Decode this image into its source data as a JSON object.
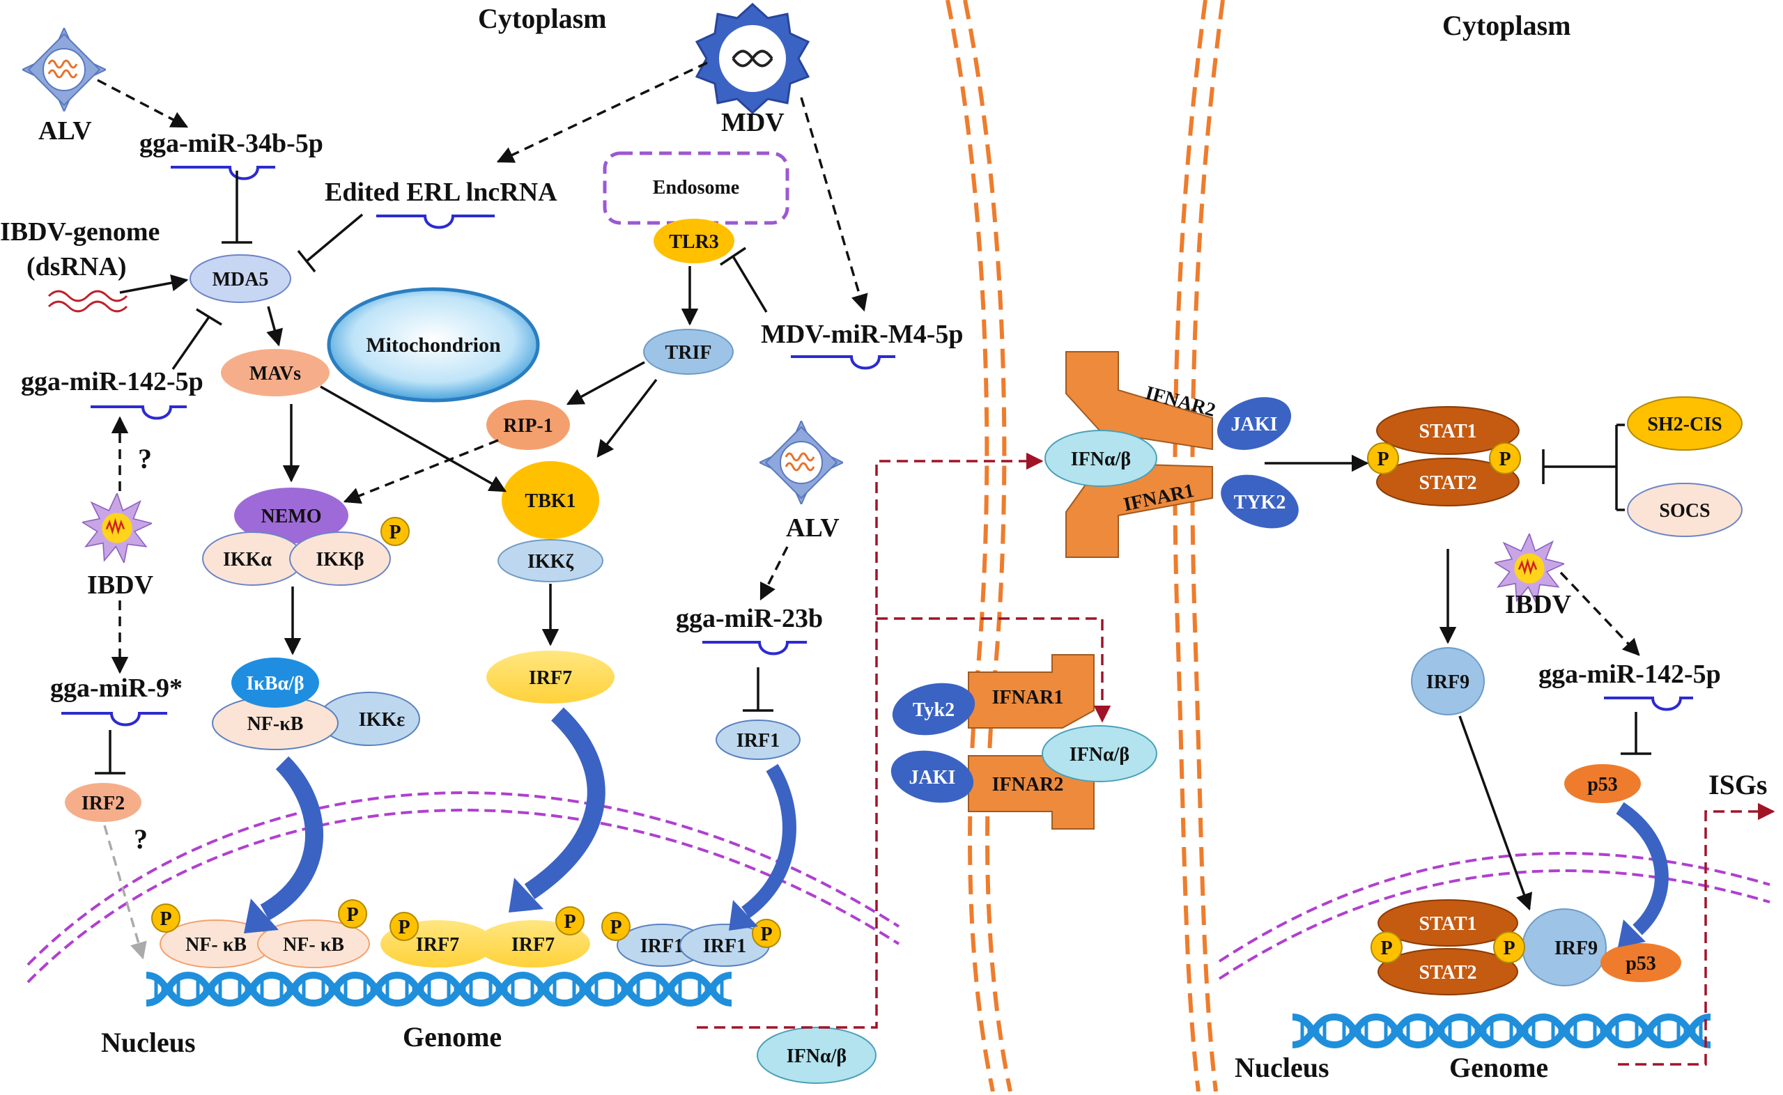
{
  "title": {
    "cytoplasm_left": "Cytoplasm",
    "cytoplasm_right": "Cytoplasm",
    "nucleus_left": "Nucleus",
    "nucleus_right": "Nucleus",
    "genome_left": "Genome",
    "genome_right": "Genome"
  },
  "viruses": {
    "alv_top": "ALV",
    "mdv": "MDV",
    "ibdv_left": "IBDV",
    "alv_mid": "ALV",
    "ibdv_right": "IBDV"
  },
  "mirnas": {
    "mir34b": "gga-miR-34b-5p",
    "erl": "Edited ERL lncRNA",
    "mir142_left": "gga-miR-142-5p",
    "mir9": "gga-miR-9*",
    "mdv_m4": "MDV-miR-M4-5p",
    "mir23b": "gga-miR-23b",
    "mir142_right": "gga-miR-142-5p"
  },
  "ibdv_genome": {
    "line1": "IBDV-genome",
    "line2": "(dsRNA)"
  },
  "nodes": {
    "mda5": "MDA5",
    "mitochondrion": "Mitochondrion",
    "mavs": "MAVs",
    "endosome": "Endosome",
    "tlr3": "TLR3",
    "trif": "TRIF",
    "rip1": "RIP-1",
    "nemo": "NEMO",
    "ikka": "IKKα",
    "ikkb": "IKKβ",
    "tbk1": "TBK1",
    "ikkz": "IKKζ",
    "irf7": "IRF7",
    "ikba": "IκBα/β",
    "nfkb": "NF-κB",
    "ikke": "IKKε",
    "irf1": "IRF1",
    "irf2": "IRF2",
    "nfkb_nuc1": "NF- κB",
    "nfkb_nuc2": "NF- κB",
    "irf7_nuc1": "IRF7",
    "irf7_nuc2": "IRF7",
    "irf1_nuc1": "IRF1",
    "irf1_nuc2": "IRF1",
    "ifn_out": "IFNα/β",
    "ifnar2_top": "IFNAR2",
    "ifnar1_top": "IFNAR1",
    "jak1_top": "JAKI",
    "tyk2_top": "TYK2",
    "ifn_top": "IFNα/β",
    "ifnar1_bot": "IFNAR1",
    "ifnar2_bot": "IFNAR2",
    "tyk2_bot": "Tyk2",
    "jak1_bot": "JAKI",
    "ifn_bot": "IFNα/β",
    "stat1": "STAT1",
    "stat2": "STAT2",
    "sh2cis": "SH2-CIS",
    "socs": "SOCS",
    "irf9": "IRF9",
    "p53": "p53",
    "stat1_nuc": "STAT1",
    "stat2_nuc": "STAT2",
    "irf9_nuc": "IRF9",
    "p53_nuc": "p53",
    "isgs": "ISGs"
  },
  "phospho": "P",
  "question": "?",
  "colors": {
    "arrow": "#111111",
    "dashed_red": "#a01428",
    "membrane": "#ee7c2c",
    "nuclear_membrane": "#b03fd0",
    "dna_blue": "#1f8fdc",
    "mir_blue": "#2b2bd0",
    "phospho_fill": "#ffc000",
    "stat_fill": "#c55a11",
    "receptor_fill": "#ee8a3c"
  }
}
